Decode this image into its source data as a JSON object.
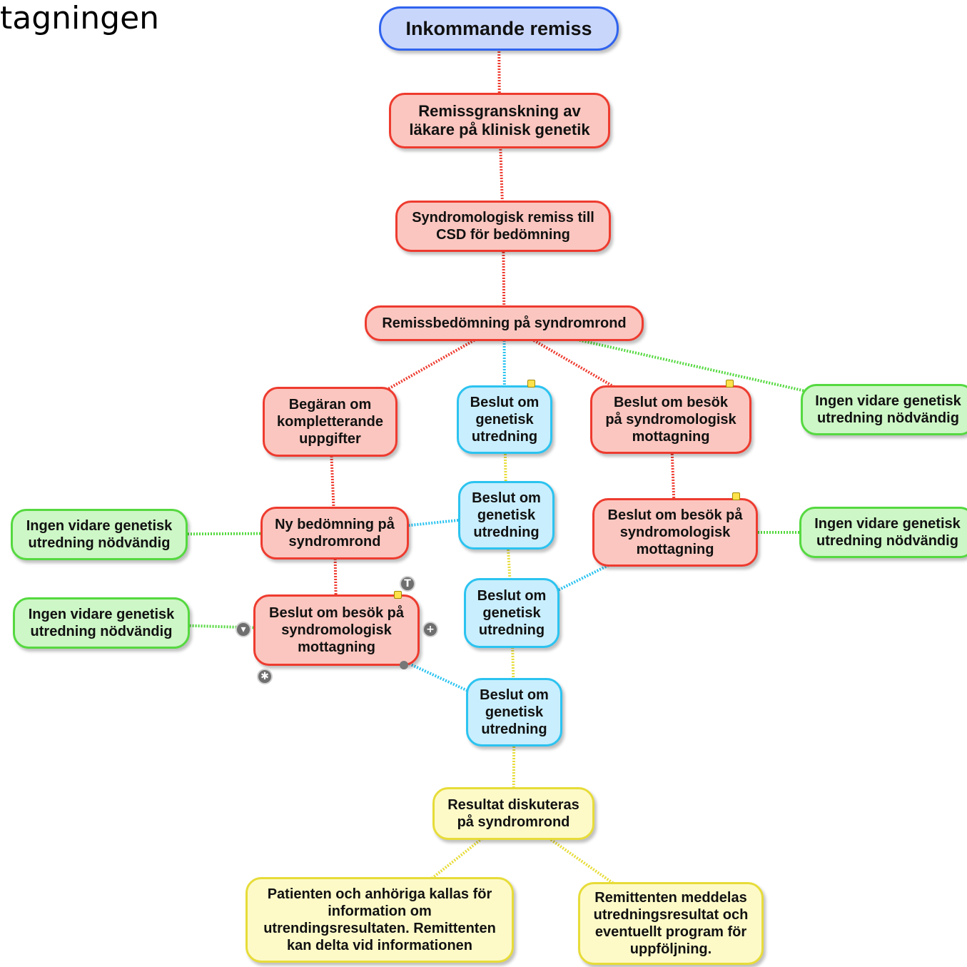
{
  "heading": "tagningen",
  "colors": {
    "root": "#3063ee",
    "red": "#ee3b2f",
    "blue": "#2bc3f0",
    "green": "#55d940",
    "yellow": "#e7dc39"
  },
  "nodes": {
    "inkommande": "Inkommande remiss",
    "granskning": "Remissgranskning av\nläkare på klinisk genetik",
    "syndromologisk_remiss": "Syndromologisk remiss till\nCSD för bedömning",
    "remissbedomning": "Remissbedömning på syndromrond",
    "begaran": "Begäran om\nkompletterande\nuppgifter",
    "beslut_genetisk_1": "Beslut om\ngenetisk\nutredning",
    "beslut_besok_1": "Beslut om besök\npå syndromologisk\nmottagning",
    "ingen_1": "Ingen vidare genetisk\nutredning nödvändig",
    "ingen_2": "Ingen vidare genetisk\nutredning nödvändig",
    "ny_bedomning": "Ny bedömning på\nsyndromrond",
    "beslut_genetisk_2": "Beslut om\ngenetisk\nutredning",
    "beslut_besok_2": "Beslut om besök på\nsyndromologisk\nmottagning",
    "ingen_3": "Ingen vidare genetisk\nutredning nödvändig",
    "ingen_4": "Ingen vidare genetisk\nutredning nödvändig",
    "beslut_besok_3": "Beslut om besök på\nsyndromologisk\nmottagning",
    "beslut_genetisk_3": "Beslut om\ngenetisk\nutredning",
    "beslut_genetisk_4": "Beslut om\ngenetisk\nutredning",
    "resultat": "Resultat diskuteras\npå syndromrond",
    "patienten": "Patienten och anhöriga kallas för\ninformation om\nutrendingsresultaten. Remittenten\nkan delta vid informationen",
    "remittenten": "Remittenten meddelas\nutredningsresultat och\neventuellt program för\nuppföljning."
  },
  "edges": [
    {
      "from": "inkommande",
      "to": "granskning",
      "color": "red"
    },
    {
      "from": "granskning",
      "to": "syndromologisk_remiss",
      "color": "red"
    },
    {
      "from": "syndromologisk_remiss",
      "to": "remissbedomning",
      "color": "red"
    },
    {
      "from": "remissbedomning",
      "to": "begaran",
      "color": "red"
    },
    {
      "from": "remissbedomning",
      "to": "beslut_genetisk_1",
      "color": "blue"
    },
    {
      "from": "remissbedomning",
      "to": "beslut_besok_1",
      "color": "red"
    },
    {
      "from": "remissbedomning",
      "to": "ingen_1",
      "color": "green"
    },
    {
      "from": "begaran",
      "to": "ny_bedomning",
      "color": "red"
    },
    {
      "from": "beslut_genetisk_1",
      "to": "beslut_genetisk_2",
      "color": "yellow"
    },
    {
      "from": "beslut_besok_1",
      "to": "beslut_besok_2",
      "color": "red"
    },
    {
      "from": "beslut_besok_2",
      "to": "ingen_2",
      "color": "green"
    },
    {
      "from": "ny_bedomning",
      "to": "beslut_genetisk_2",
      "color": "blue"
    },
    {
      "from": "ny_bedomning",
      "to": "ingen_3",
      "color": "green"
    },
    {
      "from": "ny_bedomning",
      "to": "beslut_besok_3",
      "color": "red"
    },
    {
      "from": "beslut_genetisk_2",
      "to": "beslut_genetisk_3",
      "color": "yellow"
    },
    {
      "from": "beslut_besok_2",
      "to": "beslut_genetisk_3",
      "color": "blue"
    },
    {
      "from": "beslut_besok_3",
      "to": "ingen_4",
      "color": "green"
    },
    {
      "from": "beslut_genetisk_3",
      "to": "beslut_genetisk_4",
      "color": "yellow"
    },
    {
      "from": "beslut_besok_3",
      "to": "beslut_genetisk_4",
      "color": "blue"
    },
    {
      "from": "beslut_genetisk_4",
      "to": "resultat",
      "color": "yellow"
    },
    {
      "from": "resultat",
      "to": "patienten",
      "color": "yellow"
    },
    {
      "from": "resultat",
      "to": "remittenten",
      "color": "yellow"
    }
  ],
  "controls": {
    "top": "T",
    "left": "▾",
    "right": "+",
    "bottom": "✱"
  }
}
